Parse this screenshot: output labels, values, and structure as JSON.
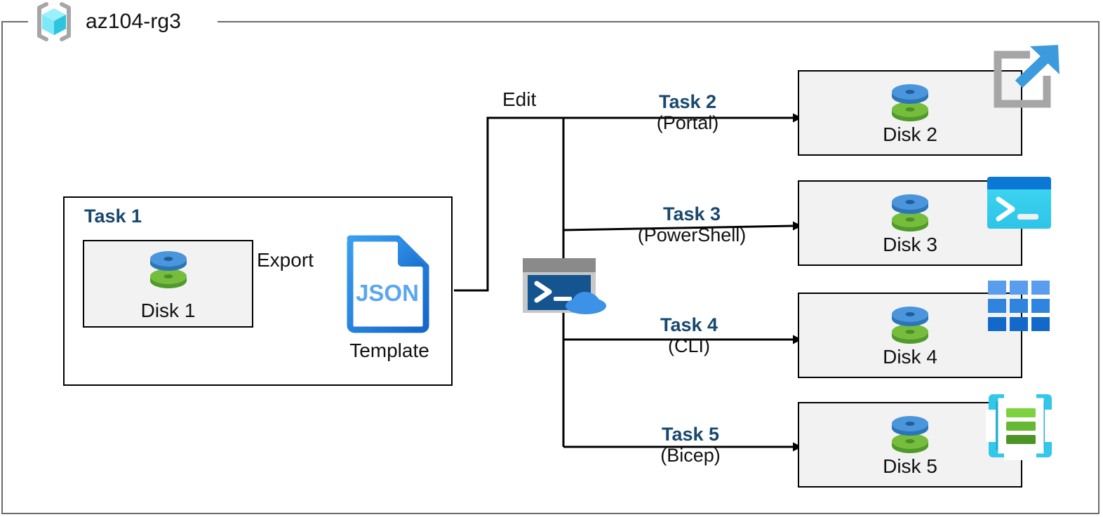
{
  "resource_group": {
    "name": "az104-rg3",
    "icon": "resource-group-cube-icon"
  },
  "task1": {
    "label": "Task 1",
    "disk": {
      "caption": "Disk 1",
      "icon": "disk-icon"
    },
    "export_label": "Export",
    "template": {
      "file_label": "JSON",
      "caption": "Template",
      "icon": "json-file-icon"
    }
  },
  "edit_label": "Edit",
  "cloud_shell": {
    "icon": "cloud-shell-icon"
  },
  "branches": [
    {
      "task": "Task 2",
      "method": "(Portal)",
      "target": {
        "caption": "Disk 2",
        "icon": "disk-icon"
      },
      "badge": "azure-portal-icon"
    },
    {
      "task": "Task 3",
      "method": "(PowerShell)",
      "target": {
        "caption": "Disk 3",
        "icon": "disk-icon"
      },
      "badge": "powershell-icon"
    },
    {
      "task": "Task 4",
      "method": "(CLI)",
      "target": {
        "caption": "Disk 4",
        "icon": "disk-icon"
      },
      "badge": "azure-cli-icon"
    },
    {
      "task": "Task 5",
      "method": "(Bicep)",
      "target": {
        "caption": "Disk 5",
        "icon": "disk-icon"
      },
      "badge": "bicep-icon"
    }
  ],
  "colors": {
    "task_label_blue": "#18486f",
    "frame_gray": "#6b6b6b",
    "box_fill": "#f2f2f2",
    "disk_blue": "#3f8fd8",
    "disk_green": "#6bb536",
    "json_blue": "#2a8ae4",
    "powershell_cyan": "#35cdf0",
    "bicep_cyan": "#32c8e8",
    "cli_blue": "#2a7fd4"
  }
}
